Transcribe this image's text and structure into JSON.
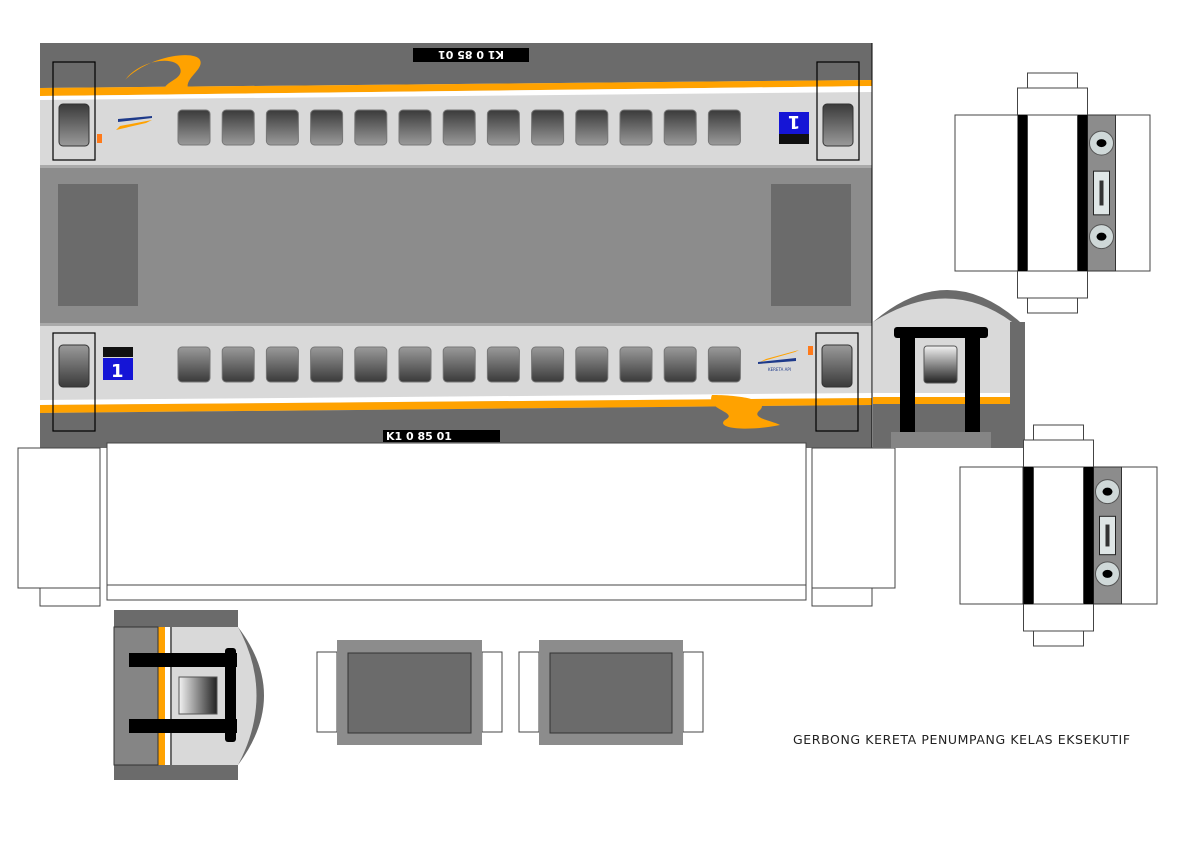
{
  "sheet": {
    "caption": "GERBONG KERETA PENUMPANG KELAS EKSEKUTIF",
    "car_number": "K1 0 85 01",
    "class_number": "1",
    "logo_text": "KERETA API"
  },
  "colors": {
    "body": "#d9d9d9",
    "roof": "#8c8c8c",
    "skirt": "#6b6b6b",
    "stripe": "#ffa200",
    "class_badge": "#1515d6",
    "logo_blue": "#1e3a8a"
  }
}
